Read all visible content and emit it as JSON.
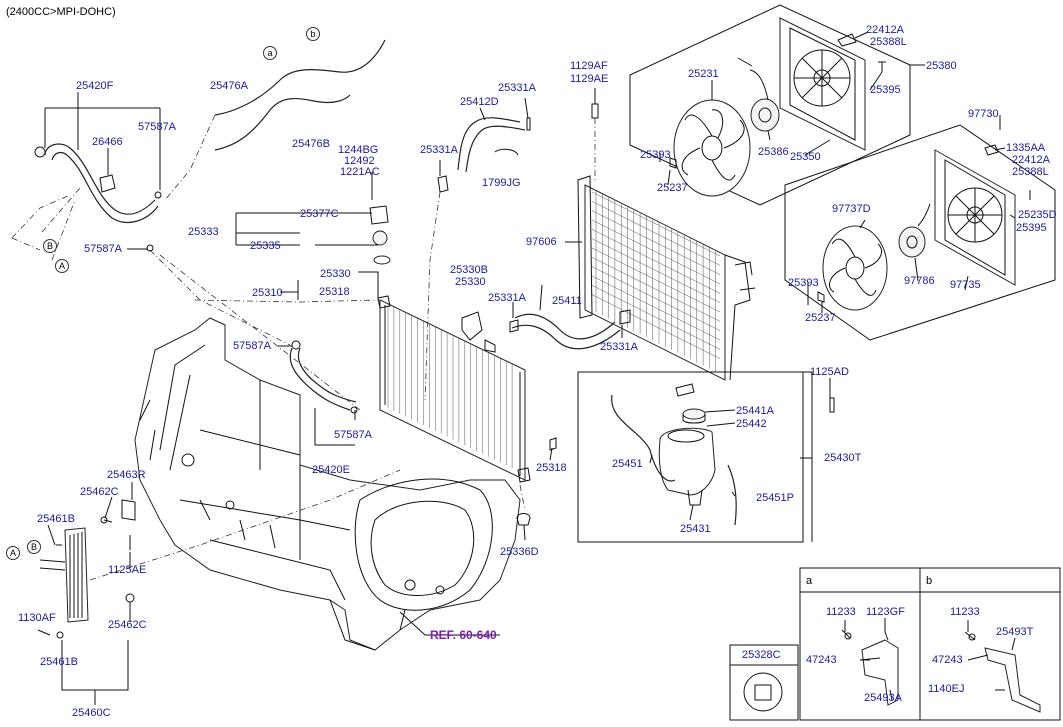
{
  "header": {
    "engine": "(2400CC>MPI-DOHC)"
  },
  "reference": {
    "text": "REF. 60-640"
  },
  "callouts": {
    "a": "a",
    "b": "b",
    "A": "A",
    "B": "B"
  },
  "inset_titles": {
    "a": "a",
    "b": "b"
  },
  "labels": {
    "p25420F": "25420F",
    "p26466": "26466",
    "p57587A_1": "57587A",
    "p57587A_2": "57587A",
    "p57587A_3": "57587A",
    "p57587A_4": "57587A",
    "p25476A": "25476A",
    "p25476B": "25476B",
    "p25412D": "25412D",
    "p25331A_1": "25331A",
    "p25331A_2": "25331A",
    "p25331A_3": "25331A",
    "p25331A_4": "25331A",
    "p1799JG": "1799JG",
    "p1244BG": "1244BG",
    "p12492": "12492",
    "p1221AC": "1221AC",
    "p25377C": "25377C",
    "p25333": "25333",
    "p25335": "25335",
    "p25330_1": "25330",
    "p25330_2": "25330",
    "p25318_1": "25318",
    "p25318_2": "25318",
    "p25310": "25310",
    "p25330B": "25330B",
    "p25411": "25411",
    "p1129AF": "1129AF",
    "p1129AE": "1129AE",
    "p97606": "97606",
    "p25231": "25231",
    "p25393_1": "25393",
    "p25393_2": "25393",
    "p25237_1": "25237",
    "p25237_2": "25237",
    "p25386": "25386",
    "p25350": "25350",
    "p22412A_1": "22412A",
    "p22412A_2": "22412A",
    "p25388L_1": "25388L",
    "p25388L_2": "25388L",
    "p25395_1": "25395",
    "p25395_2": "25395",
    "p25380": "25380",
    "p97730": "97730",
    "p1335AA": "1335AA",
    "p25235D": "25235D",
    "p97737D": "97737D",
    "p97786": "97786",
    "p97735": "97735",
    "p1125AD": "1125AD",
    "p25441A": "25441A",
    "p25442": "25442",
    "p25451": "25451",
    "p25430T": "25430T",
    "p25451P": "25451P",
    "p25431": "25431",
    "p25336D": "25336D",
    "p25420E": "25420E",
    "p25463R": "25463R",
    "p25462C_1": "25462C",
    "p25462C_2": "25462C",
    "p25461B_1": "25461B",
    "p25461B_2": "25461B",
    "p1125AE": "1125AE",
    "p1130AF": "1130AF",
    "p25460C": "25460C",
    "p25328C": "25328C",
    "p11233_1": "11233",
    "p11233_2": "11233",
    "p1123GF": "1123GF",
    "p47243_1": "47243",
    "p47243_2": "47243",
    "p25493A": "25493A",
    "p25493T": "25493T",
    "p1140EJ": "1140EJ"
  }
}
